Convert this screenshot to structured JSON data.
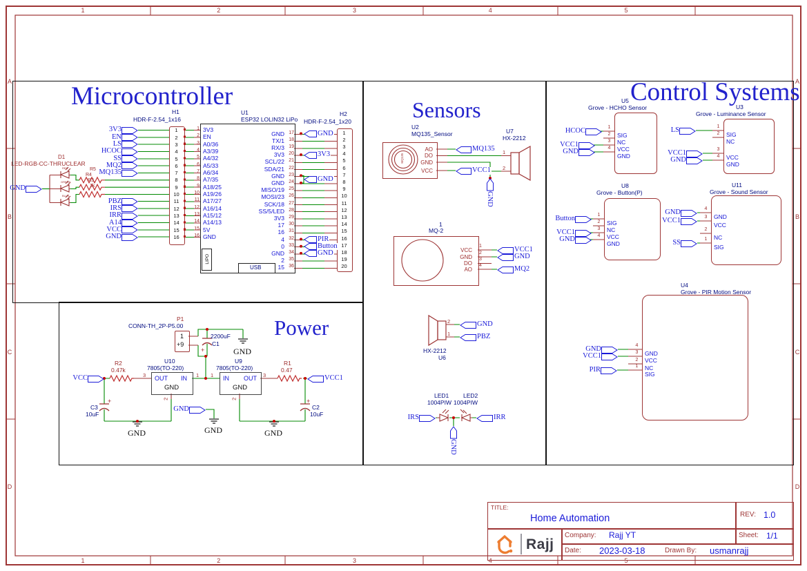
{
  "frame": {
    "cols": [
      "1",
      "2",
      "3",
      "4",
      "5"
    ],
    "rows": [
      "A",
      "B",
      "C",
      "D"
    ]
  },
  "titles": {
    "microcontroller": "Microcontroller",
    "sensors": "Sensors",
    "control": "Control Systems",
    "power": "Power"
  },
  "colors": {
    "accent": "#9d3434",
    "wire": "#008800",
    "net_label": "#1a1ad8",
    "section_title": "#2222cc",
    "logo_orange": "#ED7D31"
  },
  "mc": {
    "h1": {
      "ref": "H1",
      "part": "HDR-F-2.54_1x16",
      "pins": [
        "1",
        "2",
        "3",
        "4",
        "5",
        "6",
        "7",
        "8",
        "9",
        "10",
        "11",
        "12",
        "13",
        "14",
        "15",
        "16"
      ],
      "flags_top": [
        {
          "label": "3V3"
        },
        {
          "label": "EN"
        },
        {
          "label": "LS"
        },
        {
          "label": "HCOC"
        },
        {
          "label": "SS"
        },
        {
          "label": "MQ2"
        },
        {
          "label": "MQ135"
        }
      ],
      "flags_bottom": [
        {
          "label": "PBZ"
        },
        {
          "label": "IRS"
        },
        {
          "label": "IRR"
        },
        {
          "label": "A14"
        },
        {
          "label": "VCC"
        },
        {
          "label": "GND"
        }
      ]
    },
    "d1": {
      "ref": "D1",
      "part": "LED-RGB-CC-THRUCLEAR",
      "gnd": "GND",
      "leds": [
        "RED",
        "GREEN",
        "BLUE"
      ],
      "r5": "R5",
      "r4": "R4",
      "r3": "R3",
      "rval": "1k"
    },
    "u1": {
      "ref": "U1",
      "part": "ESP32 LOLIN32 LiPo",
      "lipo": "LIPO",
      "usb": "USB",
      "left": [
        {
          "n": "1",
          "name": "3V3"
        },
        {
          "n": "2",
          "name": "EN"
        },
        {
          "n": "3",
          "name": "A0/36"
        },
        {
          "n": "4",
          "name": "A3/39"
        },
        {
          "n": "5",
          "name": "A4/32"
        },
        {
          "n": "6",
          "name": "A5/33"
        },
        {
          "n": "7",
          "name": "A6/34"
        },
        {
          "n": "8",
          "name": "A7/35"
        },
        {
          "n": "9",
          "name": "A18/25"
        },
        {
          "n": "10",
          "name": "A19/26"
        },
        {
          "n": "11",
          "name": "A17/27"
        },
        {
          "n": "12",
          "name": "A16/14"
        },
        {
          "n": "13",
          "name": "A15/12"
        },
        {
          "n": "14",
          "name": "A14/13"
        },
        {
          "n": "15",
          "name": "5V"
        },
        {
          "n": "16",
          "name": "GND"
        }
      ],
      "right": [
        {
          "n": "17",
          "name": "GND"
        },
        {
          "n": "18",
          "name": "TX/1"
        },
        {
          "n": "19",
          "name": "RX/3"
        },
        {
          "n": "20",
          "name": "3V3"
        },
        {
          "n": "21",
          "name": "SCL/22"
        },
        {
          "n": "22",
          "name": "SDA/21"
        },
        {
          "n": "23",
          "name": "GND"
        },
        {
          "n": "24",
          "name": "GND"
        },
        {
          "n": "25",
          "name": "MISO/19"
        },
        {
          "n": "26",
          "name": "MOSI/23"
        },
        {
          "n": "27",
          "name": "SCK/18"
        },
        {
          "n": "28",
          "name": "SS/5/LED"
        },
        {
          "n": "29",
          "name": "3V3"
        },
        {
          "n": "30",
          "name": "17"
        },
        {
          "n": "31",
          "name": "16"
        },
        {
          "n": "32",
          "name": "4"
        },
        {
          "n": "33",
          "name": "0"
        },
        {
          "n": "34",
          "name": "GND"
        },
        {
          "n": "35",
          "name": "2"
        },
        {
          "n": "36",
          "name": "15"
        }
      ]
    },
    "h2": {
      "ref": "H2",
      "part": "HDR-F-2.54_1x20",
      "pins": [
        "1",
        "2",
        "3",
        "4",
        "5",
        "6",
        "7",
        "8",
        "9",
        "10",
        "11",
        "12",
        "13",
        "14",
        "15",
        "16",
        "17",
        "18",
        "19",
        "20"
      ],
      "flags": [
        {
          "label": "GND"
        },
        {
          "label": "3V3"
        },
        {
          "label": "GND"
        },
        {
          "label": "PIR"
        },
        {
          "label": "Button"
        },
        {
          "label": "GND"
        }
      ]
    }
  },
  "sensors": {
    "u2": {
      "ref": "U2",
      "part": "MQ135_Sensor",
      "chip": "MQ135",
      "pins": [
        {
          "name": "AO"
        },
        {
          "name": "DO"
        },
        {
          "name": "GND"
        },
        {
          "name": "VCC"
        }
      ],
      "flag_ao": "MQ135",
      "flag_vcc": "VCC1"
    },
    "u7": {
      "ref": "U7",
      "part": "HX-2212",
      "p1": "1",
      "p2": "2",
      "gnd": "GND"
    },
    "mq2": {
      "ref": "1",
      "part": "MQ-2",
      "pins": [
        {
          "n": "1",
          "name": "VCC"
        },
        {
          "n": "2",
          "name": "GND"
        },
        {
          "n": "3",
          "name": "DO"
        },
        {
          "n": "4",
          "name": "AO"
        }
      ],
      "flags": [
        {
          "label": "VCC1"
        },
        {
          "label": "GND"
        },
        {
          "label": "MQ2"
        }
      ]
    },
    "u6": {
      "ref": "U6",
      "part": "HX-2212",
      "p1": "1",
      "p2": "2",
      "flag_gnd": "GND",
      "flag_pbz": "PBZ"
    },
    "ir": {
      "led1": "LED1",
      "led2": "LED2",
      "val1": "1004PIW",
      "val2": "1004PIW",
      "irs": "IRS",
      "irr": "IRR",
      "gnd": "GND"
    }
  },
  "control": {
    "u5": {
      "ref": "U5",
      "part": "Grove - HCHO Sensor",
      "pins": [
        {
          "n": "1",
          "name": "SIG"
        },
        {
          "n": "2",
          "name": "NC"
        },
        {
          "n": "3",
          "name": "VCC"
        },
        {
          "n": "4",
          "name": "GND"
        }
      ],
      "flags": [
        {
          "label": "HCOC"
        },
        {
          "label": "VCC1"
        },
        {
          "label": "GND"
        }
      ]
    },
    "u3": {
      "ref": "U3",
      "part": "Grove - Luminance Sensor",
      "pins": [
        {
          "n": "1",
          "name": "SIG"
        },
        {
          "n": "2",
          "name": "NC"
        },
        {
          "n": "3",
          "name": "VCC"
        },
        {
          "n": "4",
          "name": "GND"
        }
      ],
      "flags": [
        {
          "label": "LS"
        },
        {
          "label": "VCC1"
        },
        {
          "label": "GND"
        }
      ]
    },
    "u8": {
      "ref": "U8",
      "part": "Grove - Button(P)",
      "pins": [
        {
          "n": "1",
          "name": "SIG"
        },
        {
          "n": "2",
          "name": "NC"
        },
        {
          "n": "3",
          "name": "VCC"
        },
        {
          "n": "4",
          "name": "GND"
        }
      ],
      "flags": [
        {
          "label": "Button"
        },
        {
          "label": "VCC1"
        },
        {
          "label": "GND"
        }
      ]
    },
    "u11": {
      "ref": "U11",
      "part": "Grove - Sound Sensor",
      "pins": [
        {
          "n": "4",
          "name": "GND"
        },
        {
          "n": "3",
          "name": "VCC"
        },
        {
          "n": "2",
          "name": "NC"
        },
        {
          "n": "1",
          "name": "SIG"
        }
      ],
      "flags": [
        {
          "label": "GND"
        },
        {
          "label": "VCC1"
        },
        {
          "label": "SS"
        }
      ]
    },
    "u4": {
      "ref": "U4",
      "part": "Grove - PIR Motion Sensor",
      "pins": [
        {
          "n": "4",
          "name": "GND"
        },
        {
          "n": "3",
          "name": "VCC"
        },
        {
          "n": "2",
          "name": "NC"
        },
        {
          "n": "1",
          "name": "SIG"
        }
      ],
      "flags": [
        {
          "label": "GND"
        },
        {
          "label": "VCC1"
        },
        {
          "label": "PIR"
        }
      ]
    }
  },
  "power": {
    "p1": {
      "ref": "P1",
      "part": "CONN-TH_2P-P5.00",
      "pin1": "1",
      "pin2": "+9"
    },
    "c1": {
      "ref": "C1",
      "val": "2200uF"
    },
    "c2": {
      "ref": "C2",
      "val": "10uF"
    },
    "c3": {
      "ref": "C3",
      "val": "10uF"
    },
    "r1": {
      "ref": "R1",
      "val": "0.47"
    },
    "r2": {
      "ref": "R2",
      "val": "0.47k"
    },
    "u10": {
      "ref": "U10",
      "part": "7805(TO-220)",
      "in": "IN",
      "out": "OUT",
      "gnd": "GND",
      "n_in": "1",
      "n_out": "3",
      "n_gnd": "2"
    },
    "u9": {
      "ref": "U9",
      "part": "7805(TO-220)",
      "in": "IN",
      "out": "OUT",
      "gnd": "GND",
      "n_in": "1",
      "n_out": "3",
      "n_gnd": "2"
    },
    "vcc": "VCC",
    "vcc1": "VCC1",
    "gnd_flag": "GND",
    "gnd": "GND",
    "plus": "+"
  },
  "titleblock": {
    "title_label": "TITLE:",
    "title": "Home Automation",
    "rev_label": "REV:",
    "rev": "1.0",
    "company_label": "Company:",
    "company": "Rajj YT",
    "sheet_label": "Sheet:",
    "sheet": "1/1",
    "date_label": "Date:",
    "date": "2023-03-18",
    "drawn_label": "Drawn By:",
    "drawn": "usmanrajj",
    "logo": "Rajj"
  }
}
